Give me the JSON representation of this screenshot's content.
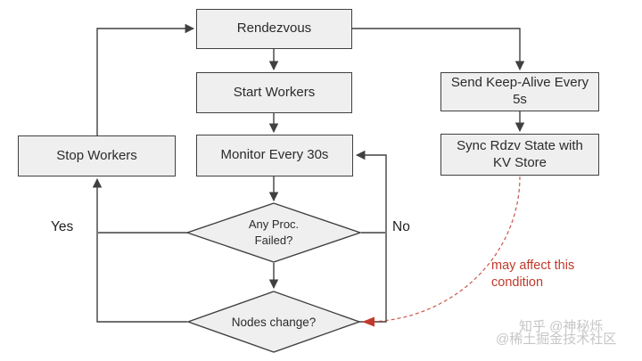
{
  "diagram": {
    "nodes": {
      "rendezvous": {
        "label": "Rendezvous"
      },
      "start_workers": {
        "label": "Start Workers"
      },
      "monitor": {
        "label": "Monitor Every 30s"
      },
      "stop_workers": {
        "label": "Stop Workers"
      },
      "keep_alive": {
        "label": "Send Keep-Alive Every 5s"
      },
      "sync_rdzv": {
        "label": "Sync Rdzv State with KV Store"
      },
      "proc_failed": {
        "line1": "Any Proc.",
        "line2": "Failed?"
      },
      "nodes_change": {
        "label": "Nodes change?"
      }
    },
    "edge_labels": {
      "yes": "Yes",
      "no": "No"
    },
    "annotation": {
      "line1": "may affect this",
      "line2": "condition"
    },
    "colors": {
      "node_fill": "#efefef",
      "node_border": "#404040",
      "connector": "#404040",
      "annotation_red": "#c0392b",
      "watermark": "#c6c6c6",
      "background": "#ffffff"
    }
  },
  "watermarks": {
    "zhihu": "知乎 @神秘烁",
    "juejin": "@稀土掘金技术社区"
  }
}
